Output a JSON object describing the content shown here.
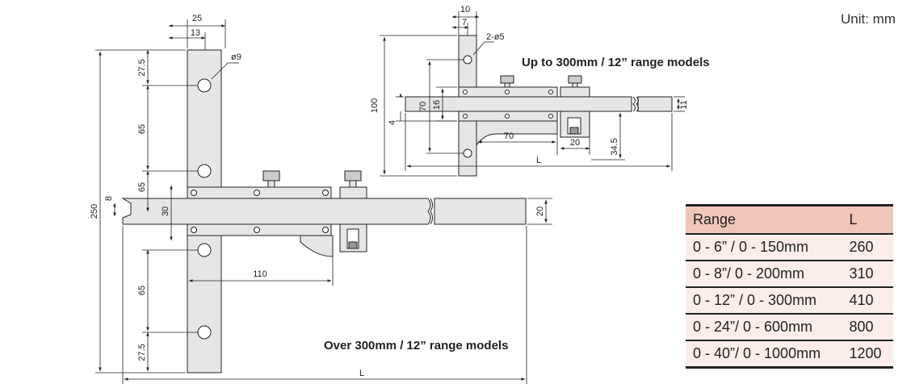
{
  "unit_label": "Unit: mm",
  "captions": {
    "small_model": "Up to 300mm / 12” range models",
    "large_model": "Over 300mm / 12” range models"
  },
  "large_drawing": {
    "dim_25": "25",
    "dim_13": "13",
    "dim_hole": "ø9",
    "dim_27_5_top": "27.5",
    "dim_65_a": "65",
    "dim_65_b": "65",
    "dim_65_c": "65",
    "dim_27_5_bottom": "27.5",
    "dim_250": "250",
    "dim_8": "8",
    "dim_30": "30",
    "dim_20": "20",
    "dim_110": "110",
    "dim_L": "L"
  },
  "small_drawing": {
    "dim_10": "10",
    "dim_7": "7",
    "dim_holes": "2-ø5",
    "dim_100": "100",
    "dim_70_v": "70",
    "dim_16": "16",
    "dim_4": "4",
    "dim_11": "11",
    "dim_70_h": "70",
    "dim_20": "20",
    "dim_34_5": "34.5",
    "dim_L": "L"
  },
  "range_table": {
    "headers": [
      "Range",
      "L"
    ],
    "rows": [
      [
        "0 - 6” / 0 - 150mm",
        "260"
      ],
      [
        "0 - 8”/ 0 - 200mm",
        "310"
      ],
      [
        "0 - 12” / 0 - 300mm",
        "410"
      ],
      [
        "0 - 24”/ 0 - 600mm",
        "800"
      ],
      [
        "0 - 40”/ 0 - 1000mm",
        "1200"
      ]
    ]
  },
  "colors": {
    "part_fill": "#e6e6e6",
    "outline": "#222222",
    "header_fill": "#efc6b8",
    "row_fill": "#fbeeea"
  }
}
